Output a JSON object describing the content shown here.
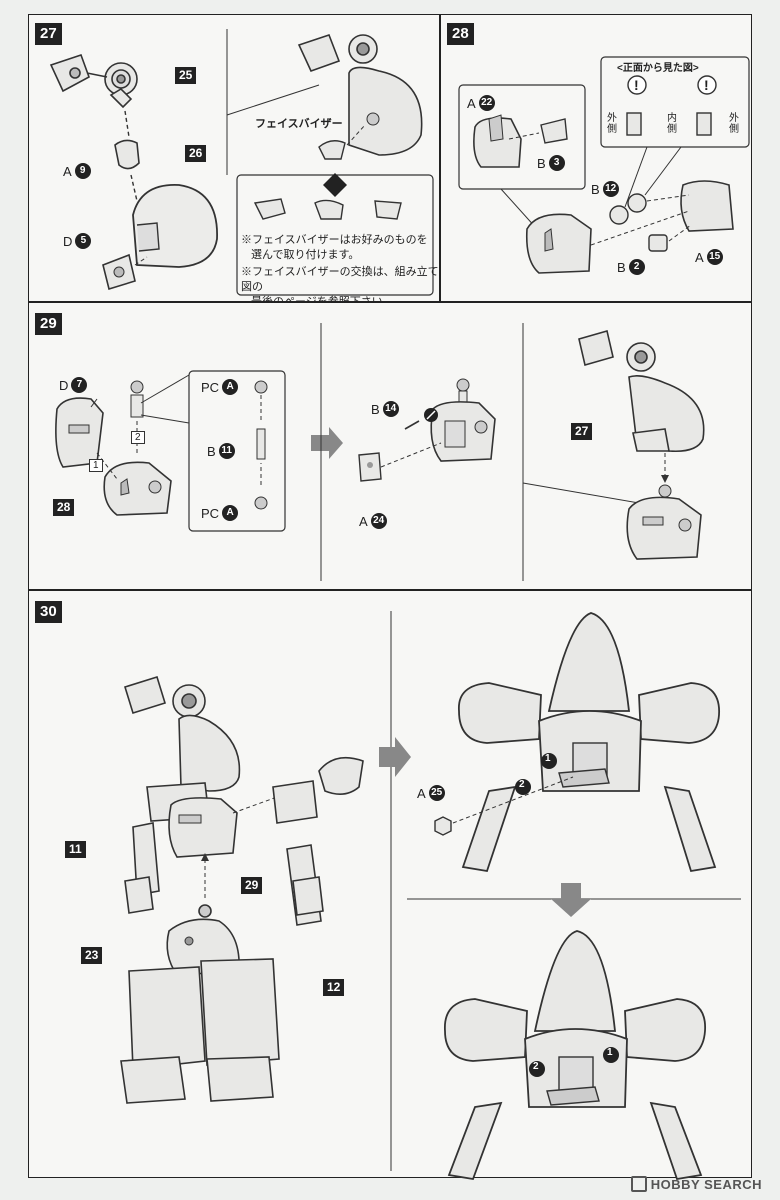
{
  "steps": {
    "s27": {
      "number": "27",
      "face_visor": "フェイスバイザー",
      "note1": "※フェイスバイザーはお好みのものを",
      "note1b": "選んで取り付けます。",
      "note2": "※フェイスバイザーの交換は、組み立て図の",
      "note2b": "最後のページを参照下さい。",
      "part_25": "25",
      "part_26": "26",
      "a": "A",
      "a9": "9",
      "d": "D",
      "d5": "5"
    },
    "s28": {
      "number": "28",
      "front_view": "<正面から見た図>",
      "outer": "外側",
      "inner": "内側",
      "a": "A",
      "a22": "22",
      "b": "B",
      "b3": "3",
      "b12": "12",
      "b2": "2",
      "a15": "15",
      "excl": "!"
    },
    "s29": {
      "number": "29",
      "d": "D",
      "d7": "7",
      "part_28": "28",
      "step1": "1",
      "step2": "2",
      "pc": "PC",
      "pca": "A",
      "b": "B",
      "b11": "11",
      "b14": "14",
      "a": "A",
      "a24": "24",
      "part_27": "27"
    },
    "s30": {
      "number": "30",
      "part_11": "11",
      "part_29": "29",
      "part_23": "23",
      "part_12": "12",
      "a": "A",
      "a25": "25",
      "step1": "1",
      "step2": "2"
    }
  },
  "watermark": "HOBBY SEARCH"
}
